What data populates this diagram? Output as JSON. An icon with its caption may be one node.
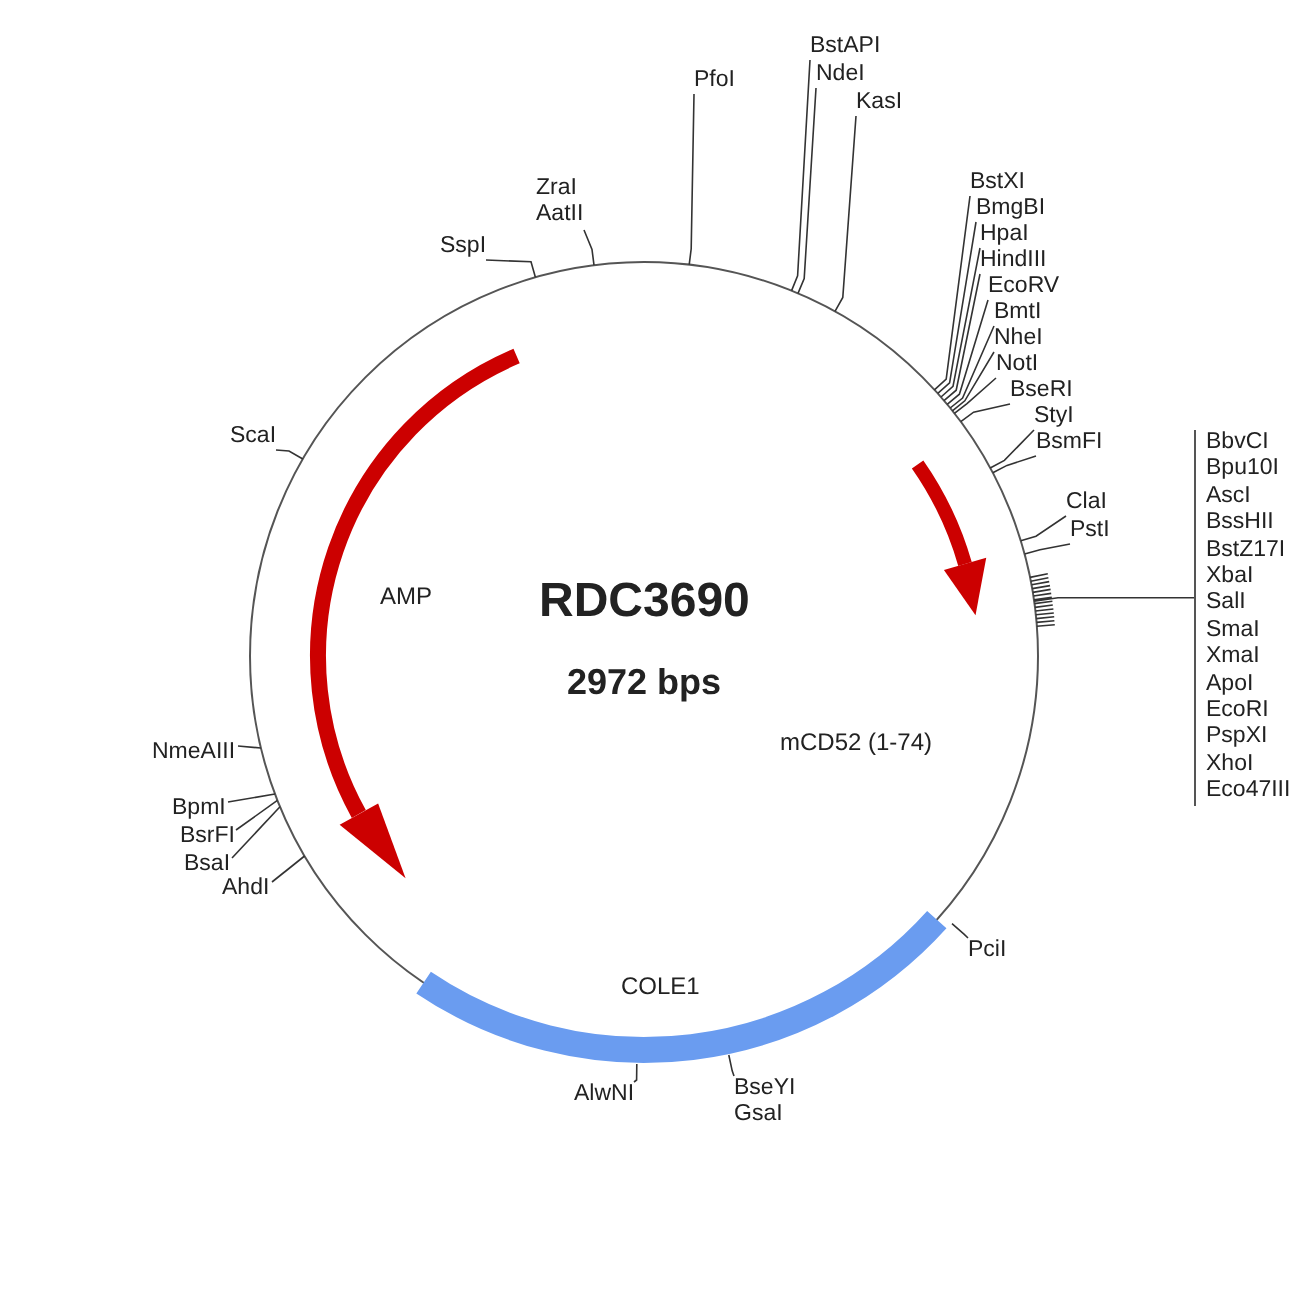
{
  "diagram": {
    "title": "RDC3690",
    "nodes": [
      {
        "text": [
          "PfoI"
        ]
      },
      {
        "text": [
          "BstAPI"
        ]
      },
      {
        "text": [
          "NdeI"
        ]
      },
      {
        "text": [
          "KasI"
        ]
      },
      {
        "text": [
          "BstXI"
        ]
      },
      {
        "text": [
          "BmgBI"
        ]
      },
      {
        "text": [
          "HpaI"
        ]
      },
      {
        "text": [
          "HindIII"
        ]
      },
      {
        "text": [
          "EcoRV"
        ]
      },
      {
        "text": [
          "BmtI"
        ]
      },
      {
        "text": [
          "NheI"
        ]
      },
      {
        "text": [
          "NotI"
        ]
      },
      {
        "text": [
          "BseRI"
        ]
      },
      {
        "text": [
          "StyI"
        ]
      },
      {
        "text": [
          "BsmFI"
        ]
      },
      {
        "text": [
          "ClaI"
        ]
      },
      {
        "text": [
          "PstI"
        ]
      },
      {
        "text": [
          "BbvCI",
          "Bpu10I",
          "AscI",
          "BssHII",
          "BstZ17I",
          "XbaI",
          "SalI",
          "SmaI",
          "XmaI",
          "ApoI",
          "EcoRI",
          "PspXI",
          "XhoI",
          "Eco47III"
        ]
      },
      {
        "text": [
          "PciI"
        ]
      },
      {
        "text": [
          "BseYI",
          "GsaI"
        ]
      },
      {
        "text": [
          "AlwNI"
        ]
      },
      {
        "text": [
          "AhdI"
        ]
      },
      {
        "text": [
          "BsaI"
        ]
      },
      {
        "text": [
          "BsrFI"
        ]
      },
      {
        "text": [
          "BpmI"
        ]
      },
      {
        "text": [
          "NmeAIII"
        ]
      },
      {
        "text": [
          "ScaI"
        ]
      },
      {
        "text": [
          "SspI"
        ]
      },
      {
        "text": [
          "ZraI",
          "AatII"
        ]
      },
      {
        "text": [
          "mCD52 (1-74)"
        ]
      },
      {
        "text": [
          "AMP"
        ]
      },
      {
        "text": [
          "COLE1"
        ]
      }
    ],
    "edges": [
      {
        "from": 0,
        "to": null,
        "arrow": "none"
      },
      {
        "from": 1,
        "to": null,
        "arrow": "none"
      },
      {
        "from": 2,
        "to": null,
        "arrow": "none"
      },
      {
        "from": 3,
        "to": null,
        "arrow": "none"
      },
      {
        "from": 4,
        "to": null,
        "arrow": "none"
      },
      {
        "from": 5,
        "to": null,
        "arrow": "none"
      },
      {
        "from": 6,
        "to": null,
        "arrow": "none"
      },
      {
        "from": 7,
        "to": null,
        "arrow": "none"
      },
      {
        "from": 8,
        "to": null,
        "arrow": "none"
      },
      {
        "from": 9,
        "to": null,
        "arrow": "none"
      },
      {
        "from": 10,
        "to": null,
        "arrow": "none"
      },
      {
        "from": 11,
        "to": null,
        "arrow": "none"
      },
      {
        "from": 12,
        "to": null,
        "arrow": "none"
      },
      {
        "from": 13,
        "to": null,
        "arrow": "none"
      },
      {
        "from": 14,
        "to": null,
        "arrow": "none"
      },
      {
        "from": 15,
        "to": null,
        "arrow": "none"
      },
      {
        "from": 16,
        "to": null,
        "arrow": "none"
      },
      {
        "from": 17,
        "to": null,
        "arrow": "none"
      },
      {
        "from": 18,
        "to": 31,
        "arrow": "none"
      },
      {
        "from": 19,
        "to": 31,
        "arrow": "none"
      },
      {
        "from": 20,
        "to": 31,
        "arrow": "none"
      },
      {
        "from": 21,
        "to": null,
        "arrow": "none"
      },
      {
        "from": 22,
        "to": null,
        "arrow": "none"
      },
      {
        "from": 23,
        "to": null,
        "arrow": "none"
      },
      {
        "from": 24,
        "to": null,
        "arrow": "none"
      },
      {
        "from": 25,
        "to": null,
        "arrow": "none"
      },
      {
        "from": 26,
        "to": null,
        "arrow": "none"
      },
      {
        "from": 27,
        "to": null,
        "arrow": "none"
      },
      {
        "from": 28,
        "to": null,
        "arrow": "none"
      }
    ],
    "labels": [
      "2972 bps"
    ]
  }
}
